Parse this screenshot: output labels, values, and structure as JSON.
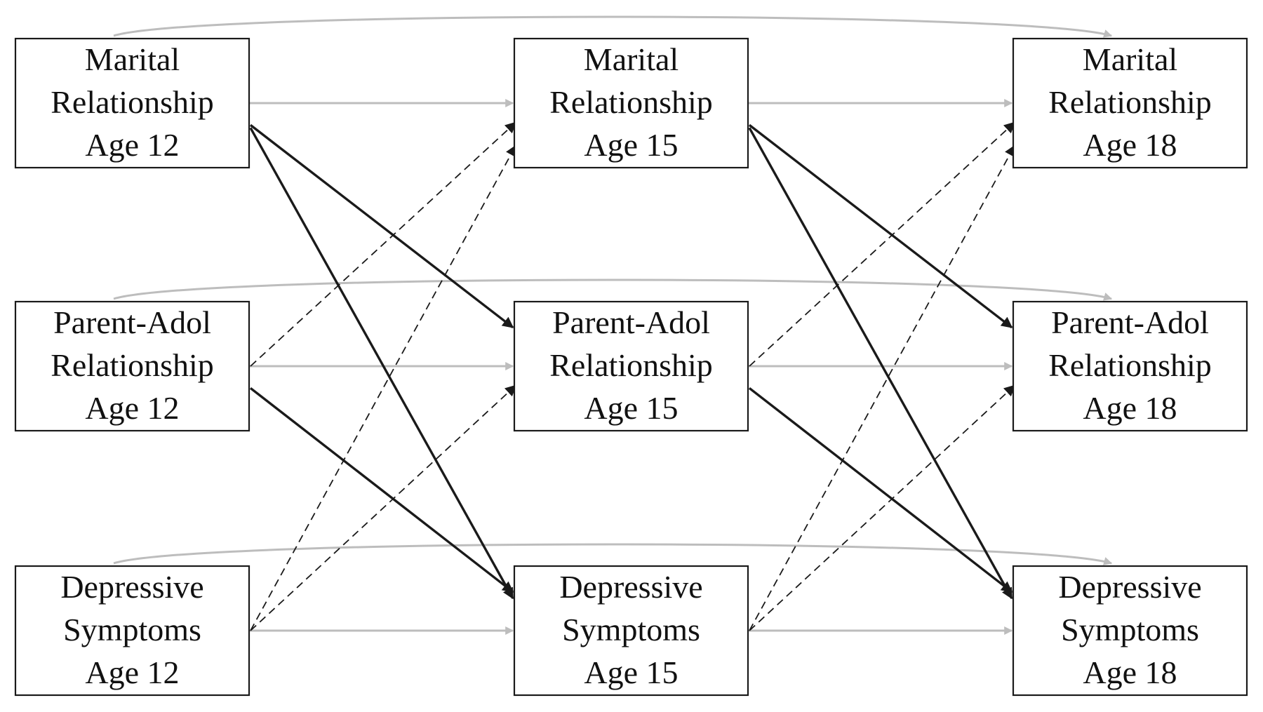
{
  "colors": {
    "autoregressive_path": "#bdbdbd",
    "cross_lag_path": "#1a1a1a",
    "box_border": "#1a1a1a",
    "text": "#111111",
    "background": "#ffffff"
  },
  "nodes": [
    {
      "id": "mr12",
      "lines": [
        "Marital",
        "Relationship",
        "Age 12"
      ]
    },
    {
      "id": "pa12",
      "lines": [
        "Parent-Adol",
        "Relationship",
        "Age 12"
      ]
    },
    {
      "id": "ds12",
      "lines": [
        "Depressive",
        "Symptoms",
        "Age 12"
      ]
    },
    {
      "id": "mr15",
      "lines": [
        "Marital",
        "Relationship",
        "Age 15"
      ]
    },
    {
      "id": "pa15",
      "lines": [
        "Parent-Adol",
        "Relationship",
        "Age 15"
      ]
    },
    {
      "id": "ds15",
      "lines": [
        "Depressive",
        "Symptoms",
        "Age 15"
      ]
    },
    {
      "id": "mr18",
      "lines": [
        "Marital",
        "Relationship",
        "Age 18"
      ]
    },
    {
      "id": "pa18",
      "lines": [
        "Parent-Adol",
        "Relationship",
        "Age 18"
      ]
    },
    {
      "id": "ds18",
      "lines": [
        "Depressive",
        "Symptoms",
        "Age 18"
      ]
    }
  ],
  "edges": [
    {
      "from": "mr12",
      "to": "mr15",
      "style": "gray"
    },
    {
      "from": "pa12",
      "to": "pa15",
      "style": "gray"
    },
    {
      "from": "ds12",
      "to": "ds15",
      "style": "gray"
    },
    {
      "from": "mr15",
      "to": "mr18",
      "style": "gray"
    },
    {
      "from": "pa15",
      "to": "pa18",
      "style": "gray"
    },
    {
      "from": "ds15",
      "to": "ds18",
      "style": "gray"
    },
    {
      "from": "mr12",
      "to": "mr18",
      "style": "gray-curve"
    },
    {
      "from": "pa12",
      "to": "pa18",
      "style": "gray-curve"
    },
    {
      "from": "ds12",
      "to": "ds18",
      "style": "gray-curve"
    },
    {
      "from": "mr12",
      "to": "pa15",
      "style": "solid"
    },
    {
      "from": "mr12",
      "to": "ds15",
      "style": "solid"
    },
    {
      "from": "pa12",
      "to": "ds15",
      "style": "solid"
    },
    {
      "from": "mr15",
      "to": "pa18",
      "style": "solid"
    },
    {
      "from": "mr15",
      "to": "ds18",
      "style": "solid"
    },
    {
      "from": "pa15",
      "to": "ds18",
      "style": "solid"
    },
    {
      "from": "pa12",
      "to": "mr15",
      "style": "dashed"
    },
    {
      "from": "ds12",
      "to": "mr15",
      "style": "dashed"
    },
    {
      "from": "ds12",
      "to": "pa15",
      "style": "dashed"
    },
    {
      "from": "pa15",
      "to": "mr18",
      "style": "dashed"
    },
    {
      "from": "ds15",
      "to": "mr18",
      "style": "dashed"
    },
    {
      "from": "ds15",
      "to": "pa18",
      "style": "dashed"
    }
  ]
}
